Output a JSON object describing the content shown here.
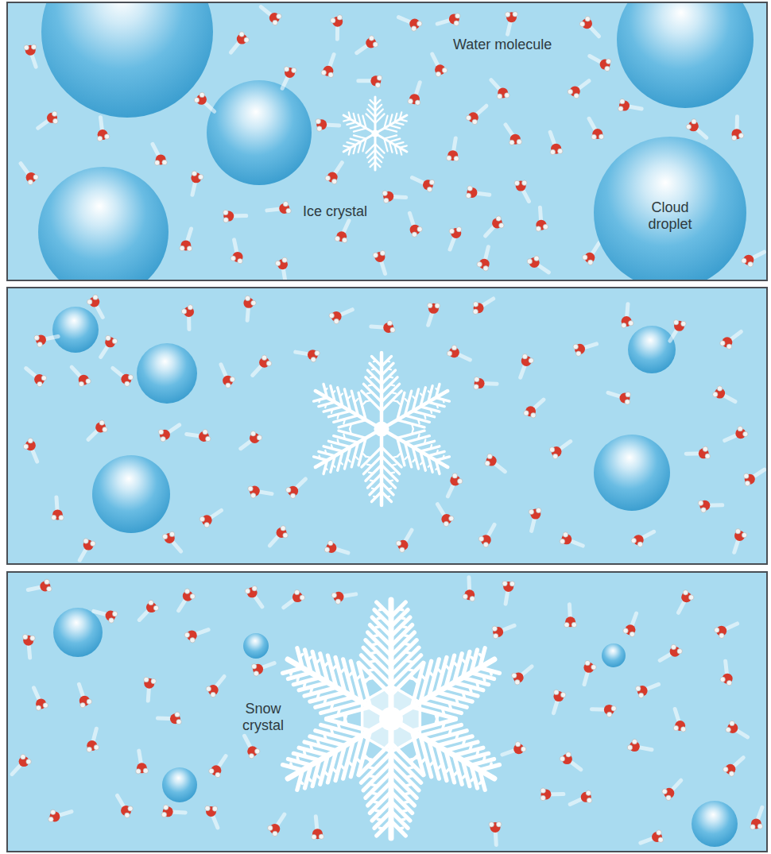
{
  "diagram": {
    "nodes": [
      {
        "text": [
          "Cloud droplet"
        ]
      }
    ],
    "labels": [
      "Water molecule",
      "Ice crystal",
      "Snow crystal"
    ]
  }
}
